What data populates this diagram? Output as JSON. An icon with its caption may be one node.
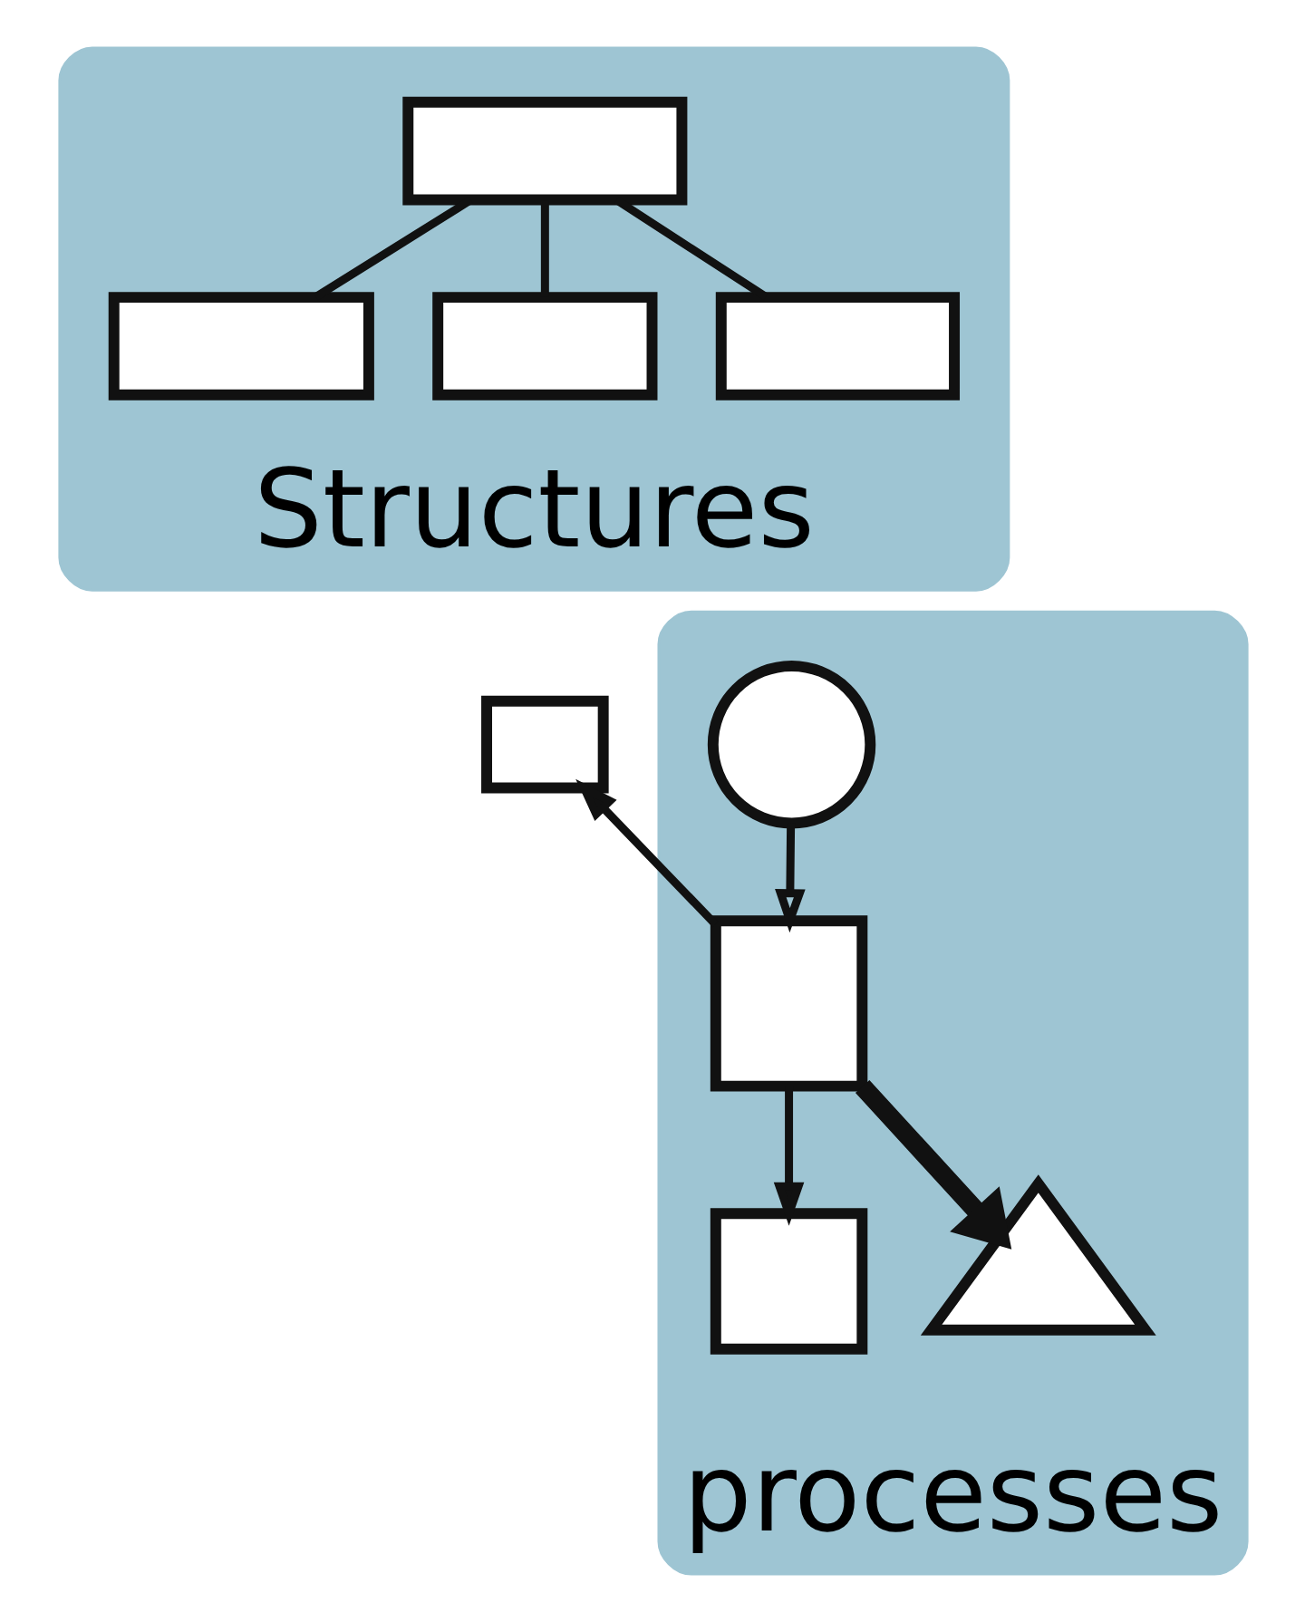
{
  "diagram": {
    "nodes": [
      {
        "text": [
          "Structures"
        ]
      },
      {
        "text": [],
        "shape": "box",
        "in": 0
      },
      {
        "text": [],
        "shape": "box",
        "in": 0
      },
      {
        "text": [],
        "shape": "box",
        "in": 0
      },
      {
        "text": [],
        "shape": "box",
        "in": 0
      },
      {
        "text": [
          "processes"
        ]
      },
      {
        "text": [],
        "shape": "box"
      },
      {
        "text": [],
        "shape": "box",
        "in": 5
      },
      {
        "text": [],
        "shape": "box",
        "in": 5
      },
      {
        "text": [],
        "shape": "circle",
        "in": 5
      },
      {
        "text": [],
        "shape": "triangle",
        "in": 5
      }
    ],
    "edges": [
      {
        "from": 1,
        "to": 2,
        "arrow": "none"
      },
      {
        "from": 1,
        "to": 3,
        "arrow": "none"
      },
      {
        "from": 1,
        "to": 4,
        "arrow": "none"
      },
      {
        "from": 9,
        "to": 7,
        "arrow": "to"
      },
      {
        "from": 7,
        "to": 6,
        "arrow": "to"
      },
      {
        "from": 7,
        "to": 8,
        "arrow": "to"
      },
      {
        "from": 7,
        "to": 10,
        "arrow": "to",
        "style": "thick"
      }
    ]
  }
}
